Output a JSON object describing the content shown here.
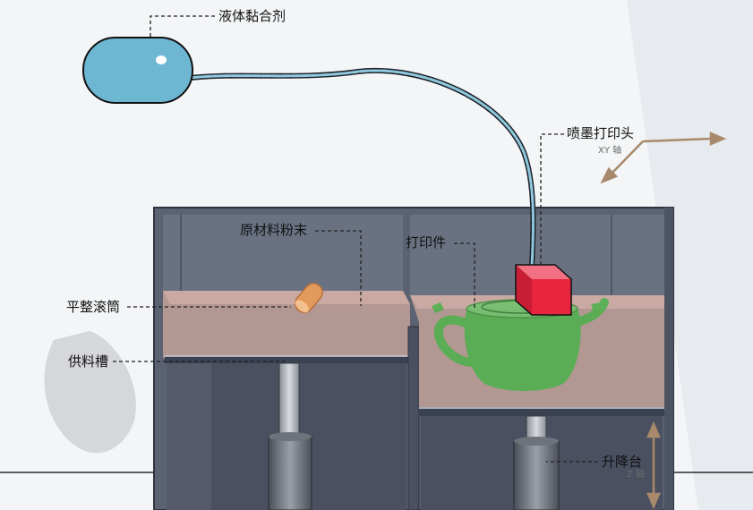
{
  "labels": {
    "binder": "液体黏合剂",
    "printhead": "喷墨打印头",
    "xy_axis": "XY 轴",
    "powder": "原材料粉末",
    "part": "打印件",
    "roller": "平整滚筒",
    "feed": "供料槽",
    "platform": "升降台",
    "z_axis": "Z 轴"
  },
  "colors": {
    "background": "#f3f5f7",
    "machine": "#5b6272",
    "machine_dark": "#3a4150",
    "powder": "#b89a94",
    "binder_tank": "#6eb7d3",
    "printhead": "#e8253f",
    "printed_part": "#4bb24b",
    "roller": "#e29a5c",
    "axis_arrow": "#a8896b"
  },
  "icons": [
    "binder-tank-icon",
    "printhead-icon",
    "roller-icon",
    "teapot-part-icon",
    "axis-arrow-icon"
  ]
}
